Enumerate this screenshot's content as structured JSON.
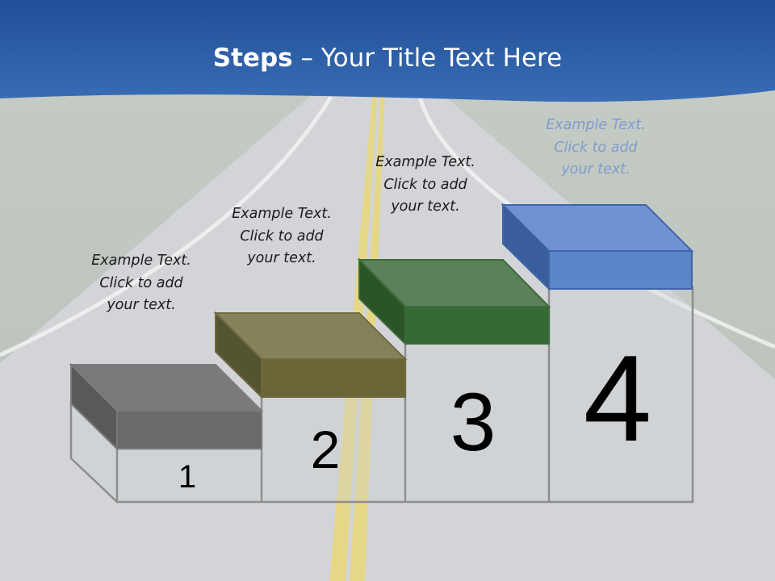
{
  "slide": {
    "title_bold": "Steps",
    "title_rest": " – Your Title Text Here"
  },
  "steps": [
    {
      "number": "1",
      "line1": "Example Text.",
      "line2": "Click  to add",
      "line3": "your text.",
      "color": "#6a6a6a"
    },
    {
      "number": "2",
      "line1": "Example Text.",
      "line2": "Click  to add",
      "line3": "your text.",
      "color": "#6b6638"
    },
    {
      "number": "3",
      "line1": "Example Text.",
      "line2": "Click  to add",
      "line3": "your text.",
      "color": "#3a6a3a"
    },
    {
      "number": "4",
      "line1": "Example Text.",
      "line2": "Click  to add",
      "line3": "your text.",
      "color": "#5b86c8"
    }
  ],
  "theme": {
    "header_blue": "#2e5fa6",
    "road_gray": "#cfd1d5",
    "line_yellow": "#e8d77a"
  }
}
